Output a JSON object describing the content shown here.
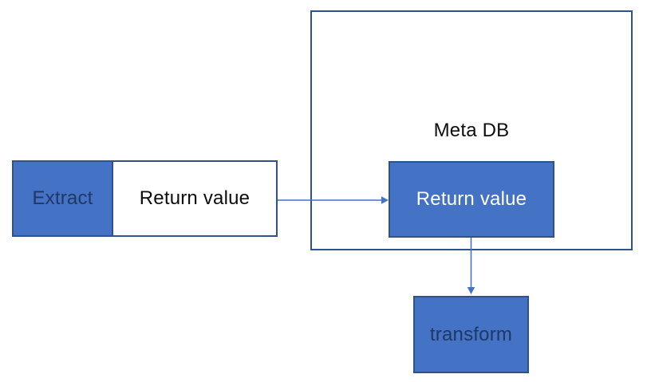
{
  "diagram": {
    "nodes": {
      "extract": {
        "label": "Extract"
      },
      "return_value_left": {
        "label": "Return value"
      },
      "meta_db": {
        "label": "Meta DB"
      },
      "return_value_inner": {
        "label": "Return value"
      },
      "transform": {
        "label": "transform"
      }
    },
    "edges": [
      {
        "from": "return_value_left",
        "to": "return_value_inner",
        "direction": "right"
      },
      {
        "from": "return_value_inner",
        "to": "transform",
        "direction": "down"
      }
    ],
    "colors": {
      "fill_blue": "#4472C4",
      "border_blue": "#2F528F",
      "arrow_blue": "#4472C4",
      "text_navy": "#1F3864",
      "text_dark": "#0D0D0D",
      "text_white": "#FFFFFF",
      "canvas_bg": "#FFFFFF"
    }
  }
}
